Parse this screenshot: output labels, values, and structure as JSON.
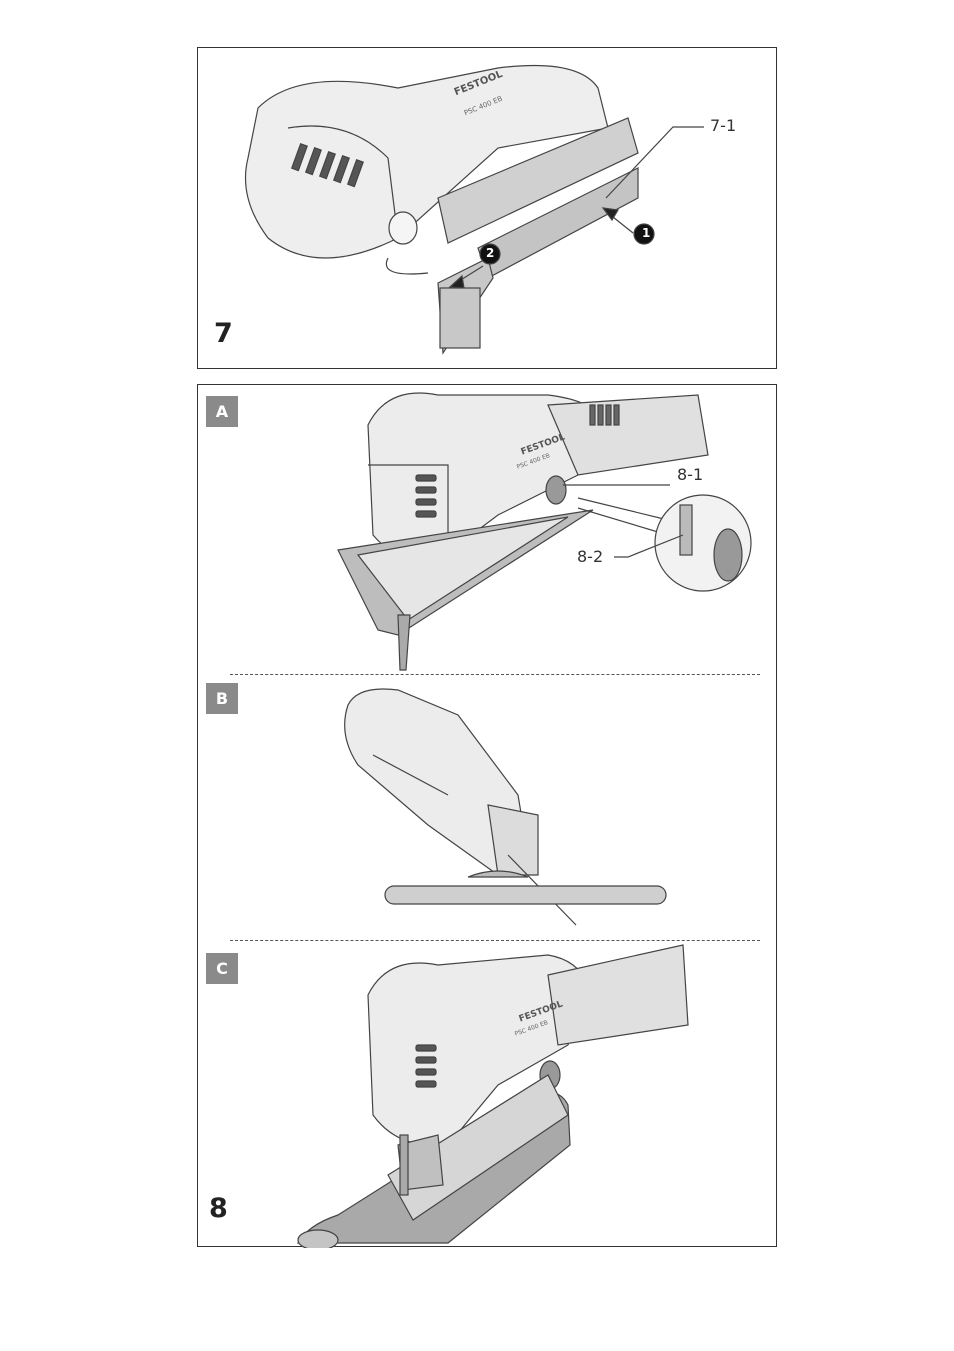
{
  "figure7": {
    "number": "7",
    "callout": "7-1",
    "brand": "FESTOOL",
    "model": "PSC 400 EB",
    "steps": [
      "1",
      "2"
    ]
  },
  "figure8": {
    "number": "8",
    "callouts": {
      "first": "8-1",
      "second": "8-2"
    },
    "panels": [
      {
        "letter": "A",
        "brand": "FESTOOL",
        "model": "PSC 400 EB"
      },
      {
        "letter": "B"
      },
      {
        "letter": "C",
        "brand": "FESTOOL",
        "model": "PSC 400 EB"
      }
    ]
  },
  "colors": {
    "frame": "#333333",
    "label_bg": "#8a8a8a",
    "tool_fill": "#e4e4e4",
    "material_fill": "#cfcfcf"
  }
}
